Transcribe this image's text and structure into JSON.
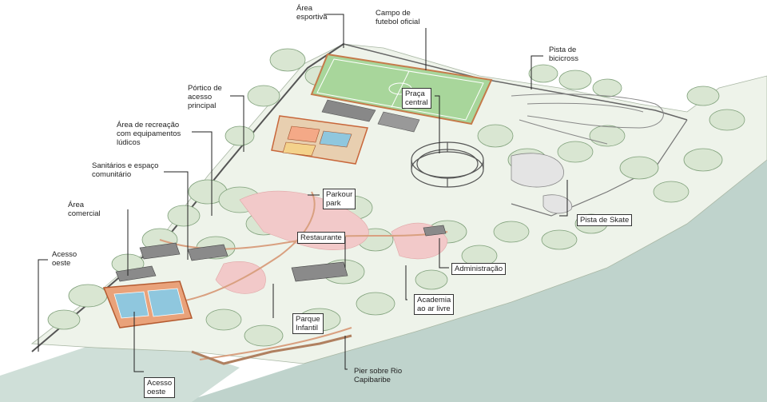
{
  "labels": {
    "area_esportiva": "Área\nesportiva",
    "campo_futebol": "Campo de\nfutebol oficial",
    "pista_bicicross": "Pista de\nbicicross",
    "portico": "Pórtico de\nacesso\nprincipal",
    "praca_central": "Praça\ncentral",
    "area_recreacao": "Área de recreação\ncom equipamentos\nlúdicos",
    "sanitarios": "Sanitários e espaço\ncomunitário",
    "parkour": "Parkour\npark",
    "area_comercial": "Área\ncomercial",
    "restaurante": "Restaurante",
    "pista_skate": "Pista de Skate",
    "acesso_oeste_top": "Acesso\noeste",
    "administracao": "Administração",
    "academia": "Academia\nao ar livre",
    "parque_infantil": "Parque\nInfantil",
    "pier": "Pier sobre Rio\nCapibaribe",
    "acesso_oeste_bottom": "Acesso\noeste"
  },
  "colors": {
    "river": "#bfd3cc",
    "vegetation": "#d9e6d2",
    "tree_stroke": "#7fa07a",
    "field": "#a8d69b",
    "court": "#8fc7de",
    "path_pink": "#f2c9c9",
    "leader": "#222222"
  }
}
